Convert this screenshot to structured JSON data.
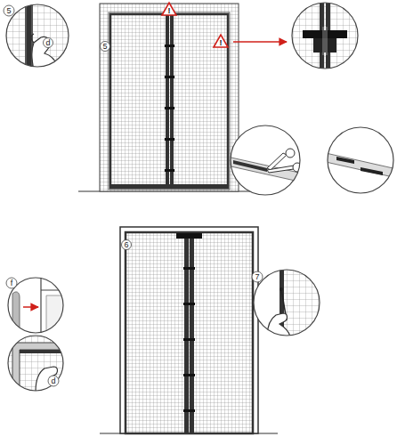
{
  "diagram": {
    "labels": [
      "5",
      "d",
      "5",
      "!",
      "!",
      "f",
      "d",
      "6",
      "7"
    ]
  }
}
